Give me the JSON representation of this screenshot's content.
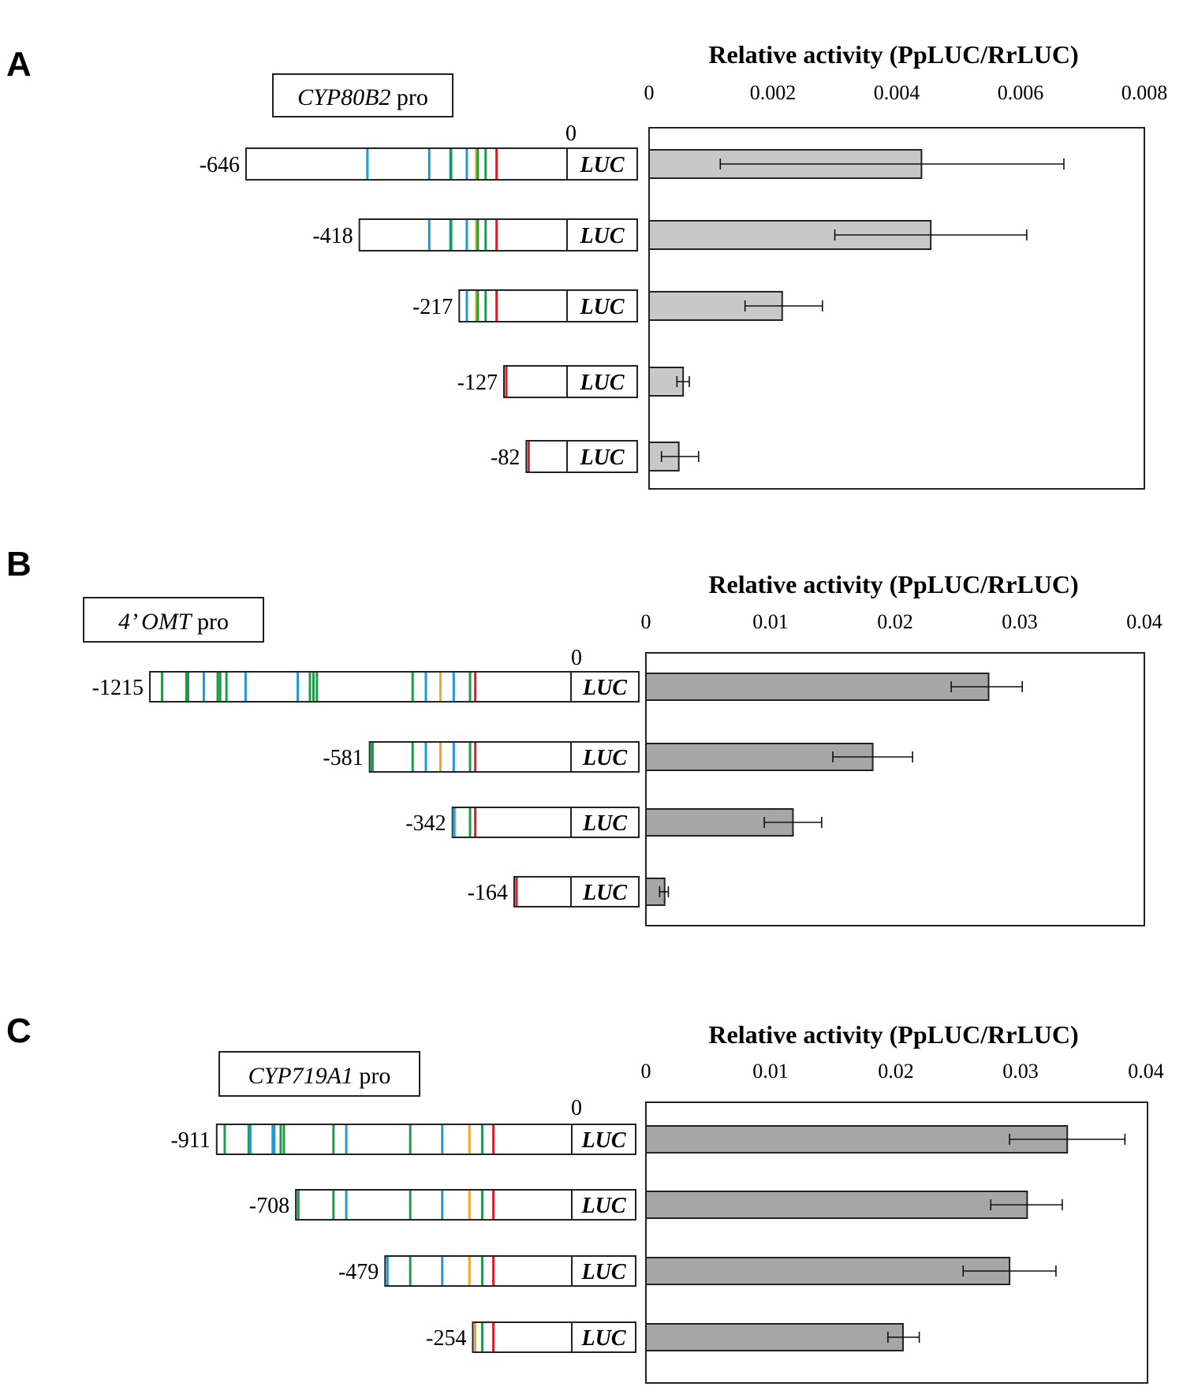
{
  "colors": {
    "green": "#1f9a4a",
    "blue": "#1e9ad6",
    "orange": "#f2a91e",
    "red": "#e01b24",
    "bar_A": "#c8c8c8",
    "bar_BC": "#a6a6a6"
  },
  "chart_data": [
    {
      "type": "bar",
      "panel": "A",
      "title": "Relative activity (PpLUC/RrLUC)",
      "promoter_gene": "CYP80B2",
      "promoter_suffix": " pro",
      "xlim": [
        0,
        0.008
      ],
      "xticks": [
        "0",
        "0.002",
        "0.004",
        "0.006",
        "0.008"
      ],
      "zero_label": "0",
      "luc_label": "LUC",
      "constructs": [
        {
          "start": "-646",
          "length": 646,
          "value": 0.0044,
          "err_low": 0.00115,
          "err_high": 0.0067,
          "elements": [
            [
              -510,
              "blue"
            ],
            [
              -352,
              "blue"
            ],
            [
              -298,
              "blue"
            ],
            [
              -296,
              "green"
            ],
            [
              -256,
              "blue"
            ],
            [
              -232,
              "orange"
            ],
            [
              -228,
              "green"
            ],
            [
              -208,
              "green"
            ],
            [
              -180,
              "red"
            ]
          ]
        },
        {
          "start": "-418",
          "length": 418,
          "value": 0.00455,
          "err_low": 0.003,
          "err_high": 0.0061,
          "elements": [
            [
              -352,
              "blue"
            ],
            [
              -298,
              "blue"
            ],
            [
              -296,
              "green"
            ],
            [
              -256,
              "blue"
            ],
            [
              -232,
              "orange"
            ],
            [
              -228,
              "green"
            ],
            [
              -208,
              "green"
            ],
            [
              -180,
              "red"
            ]
          ]
        },
        {
          "start": "-217",
          "length": 217,
          "value": 0.00215,
          "err_low": 0.00155,
          "err_high": 0.0028,
          "elements": [
            [
              -256,
              "blue"
            ],
            [
              -232,
              "orange"
            ],
            [
              -228,
              "green"
            ],
            [
              -208,
              "green"
            ],
            [
              -180,
              "red"
            ]
          ]
        },
        {
          "start": "-127",
          "length": 127,
          "value": 0.00055,
          "err_low": 0.00045,
          "err_high": 0.00065,
          "elements": [
            [
              -208,
              "green"
            ],
            [
              -180,
              "red"
            ]
          ]
        },
        {
          "start": "-82",
          "length": 82,
          "value": 0.00048,
          "err_low": 0.0002,
          "err_high": 0.0008,
          "elements": [
            [
              -180,
              "red"
            ]
          ]
        }
      ]
    },
    {
      "type": "bar",
      "panel": "B",
      "title": "Relative activity (PpLUC/RrLUC)",
      "promoter_gene": "4’ OMT",
      "promoter_suffix": " pro",
      "xlim": [
        0,
        0.04
      ],
      "xticks": [
        "0",
        "0.01",
        "0.02",
        "0.03",
        "0.04"
      ],
      "zero_label": "0",
      "luc_label": "LUC",
      "constructs": [
        {
          "start": "-1215",
          "length": 1215,
          "value": 0.0275,
          "err_low": 0.0245,
          "err_high": 0.0302,
          "elements": [
            [
              -1175,
              "green"
            ],
            [
              -1105,
              "green"
            ],
            [
              -1100,
              "green"
            ],
            [
              -1055,
              "blue"
            ],
            [
              -1015,
              "green"
            ],
            [
              -1008,
              "green"
            ],
            [
              -990,
              "green"
            ],
            [
              -935,
              "blue"
            ],
            [
              -785,
              "blue"
            ],
            [
              -750,
              "green"
            ],
            [
              -740,
              "green"
            ],
            [
              -730,
              "green"
            ],
            [
              -455,
              "green"
            ],
            [
              -417,
              "blue"
            ],
            [
              -375,
              "orange"
            ],
            [
              -337,
              "blue"
            ],
            [
              -290,
              "green"
            ],
            [
              -275,
              "red"
            ]
          ]
        },
        {
          "start": "-581",
          "length": 581,
          "value": 0.0182,
          "err_low": 0.015,
          "err_high": 0.0214,
          "elements": [
            [
              -575,
              "green"
            ],
            [
              -570,
              "green"
            ],
            [
              -455,
              "green"
            ],
            [
              -417,
              "blue"
            ],
            [
              -375,
              "orange"
            ],
            [
              -337,
              "blue"
            ],
            [
              -290,
              "green"
            ],
            [
              -275,
              "red"
            ]
          ]
        },
        {
          "start": "-342",
          "length": 342,
          "value": 0.0118,
          "err_low": 0.0095,
          "err_high": 0.0141,
          "elements": [
            [
              -455,
              "green"
            ],
            [
              -417,
              "blue"
            ],
            [
              -375,
              "orange"
            ],
            [
              -337,
              "blue"
            ],
            [
              -290,
              "green"
            ],
            [
              -275,
              "red"
            ]
          ]
        },
        {
          "start": "-164",
          "length": 164,
          "value": 0.0015,
          "err_low": 0.0011,
          "err_high": 0.0018,
          "elements": [
            [
              -337,
              "blue"
            ],
            [
              -290,
              "green"
            ],
            [
              -275,
              "red"
            ]
          ]
        }
      ]
    },
    {
      "type": "bar",
      "panel": "C",
      "title": "Relative activity (PpLUC/RrLUC)",
      "promoter_gene": "CYP719A1",
      "promoter_suffix": " pro",
      "xlim": [
        0,
        0.04
      ],
      "xticks": [
        "0",
        "0.01",
        "0.02",
        "0.03",
        "0.04"
      ],
      "zero_label": "0",
      "luc_label": "LUC",
      "constructs": [
        {
          "start": "-911",
          "length": 911,
          "value": 0.0336,
          "err_low": 0.029,
          "err_high": 0.0382,
          "elements": [
            [
              -1085,
              "green"
            ],
            [
              -1010,
              "green"
            ],
            [
              -1005,
              "blue"
            ],
            [
              -935,
              "blue"
            ],
            [
              -930,
              "blue"
            ],
            [
              -910,
              "green"
            ],
            [
              -900,
              "green"
            ],
            [
              -745,
              "green"
            ],
            [
              -705,
              "blue"
            ],
            [
              -505,
              "green"
            ],
            [
              -405,
              "blue"
            ],
            [
              -320,
              "orange"
            ],
            [
              -280,
              "green"
            ],
            [
              -245,
              "red"
            ]
          ]
        },
        {
          "start": "-708",
          "length": 708,
          "value": 0.0304,
          "err_low": 0.0275,
          "err_high": 0.0332,
          "elements": [
            [
              -935,
              "blue"
            ],
            [
              -930,
              "blue"
            ],
            [
              -910,
              "green"
            ],
            [
              -900,
              "green"
            ],
            [
              -745,
              "green"
            ],
            [
              -705,
              "blue"
            ],
            [
              -505,
              "green"
            ],
            [
              -405,
              "blue"
            ],
            [
              -320,
              "orange"
            ],
            [
              -280,
              "green"
            ],
            [
              -245,
              "red"
            ]
          ]
        },
        {
          "start": "-479",
          "length": 479,
          "value": 0.029,
          "err_low": 0.0253,
          "err_high": 0.0327,
          "elements": [
            [
              -705,
              "blue"
            ],
            [
              -505,
              "green"
            ],
            [
              -405,
              "blue"
            ],
            [
              -320,
              "orange"
            ],
            [
              -280,
              "green"
            ],
            [
              -245,
              "red"
            ]
          ]
        },
        {
          "start": "-254",
          "length": 254,
          "value": 0.0205,
          "err_low": 0.0193,
          "err_high": 0.0218,
          "elements": [
            [
              -405,
              "blue"
            ],
            [
              -320,
              "orange"
            ],
            [
              -280,
              "green"
            ],
            [
              -245,
              "red"
            ]
          ]
        }
      ]
    }
  ]
}
